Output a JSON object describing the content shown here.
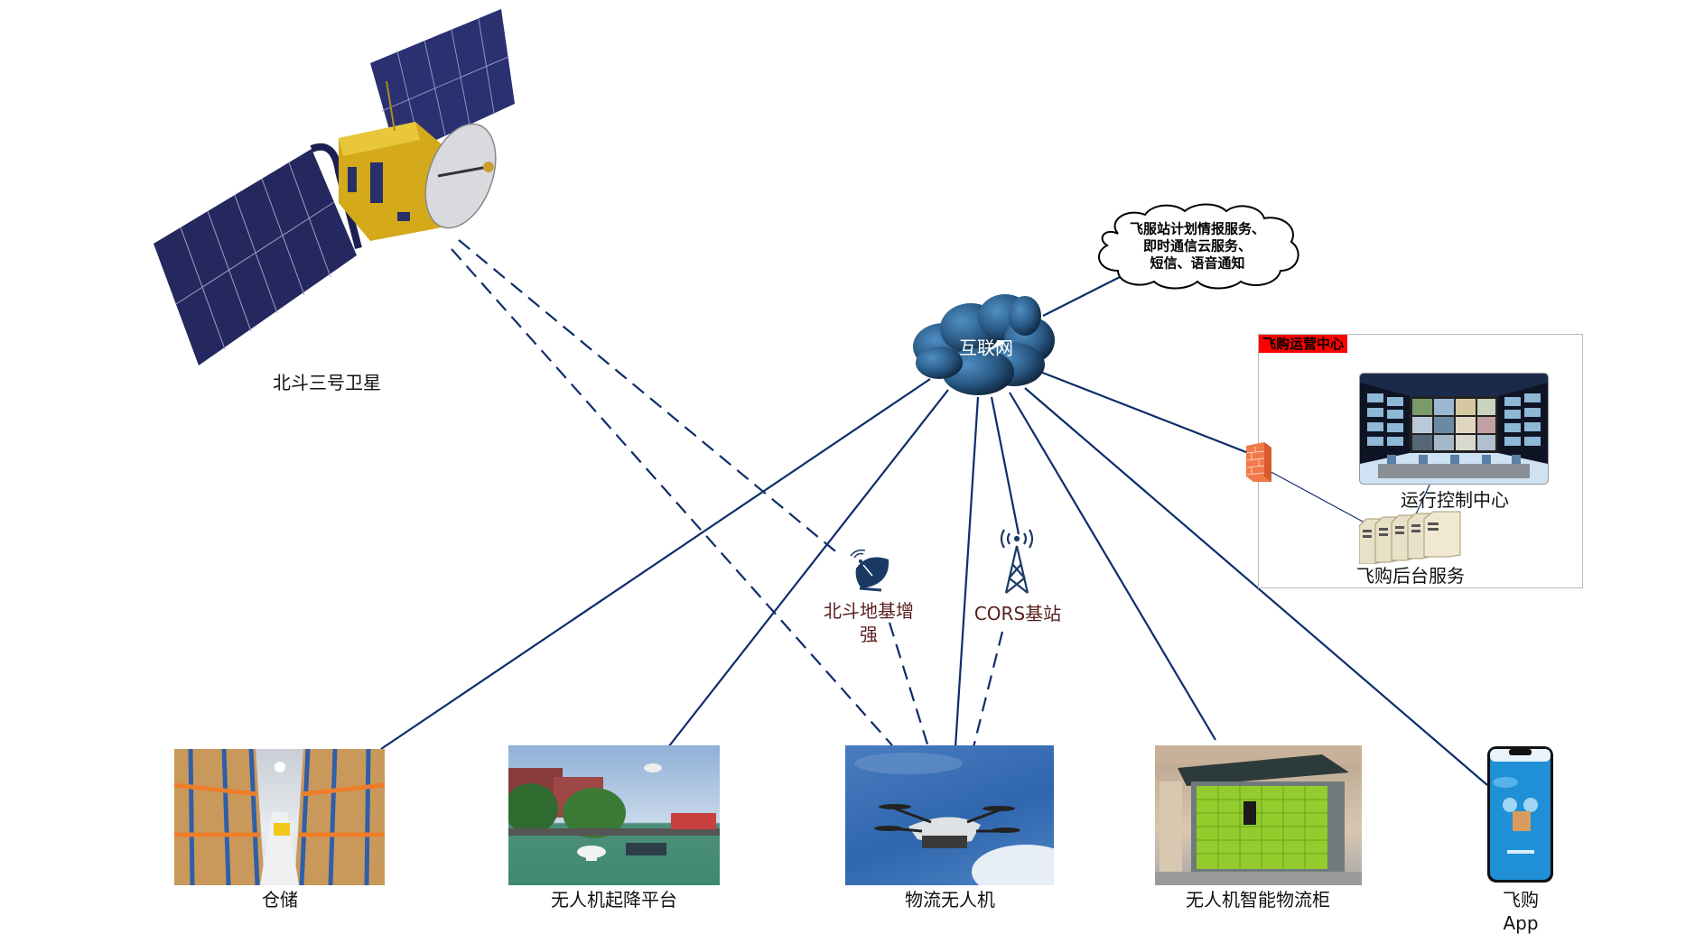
{
  "diagram": {
    "colors": {
      "link": "#0d2d6b",
      "label_dark_red": "#5a1e1e",
      "ops_title_bg": "#ff0000",
      "ops_border": "#b8b8b8",
      "cloud_fill": "#2e5f8a"
    },
    "satellite": {
      "label": "北斗三号卫星",
      "icon": "satellite-icon"
    },
    "internet": {
      "label": "互联网",
      "icon": "cloud-icon"
    },
    "services_bubble": {
      "lines": [
        "飞服站计划情报服务、",
        "即时通信云服务、",
        "短信、语音通知"
      ]
    },
    "ground_station": {
      "label_line1": "北斗地基增",
      "label_line2": "强",
      "icon": "satellite-dish-icon"
    },
    "cors_station": {
      "label": "CORS基站",
      "icon": "radio-tower-icon"
    },
    "ops_center": {
      "title": "飞购运营中心",
      "control_center_label": "运行控制中心",
      "backend_label": "飞购后台服务",
      "firewall_icon": "firewall-icon",
      "server_icon": "server-rack-icon",
      "video_wall_icon": "video-wall-icon"
    },
    "endpoints": [
      {
        "id": "warehouse",
        "label": "仓储"
      },
      {
        "id": "platform",
        "label": "无人机起降平台"
      },
      {
        "id": "drone",
        "label": "物流无人机"
      },
      {
        "id": "locker",
        "label": "无人机智能物流柜"
      },
      {
        "id": "app",
        "label_line1": "飞购",
        "label_line2": "App"
      }
    ],
    "links": [
      {
        "from": "internet",
        "to": "warehouse",
        "style": "solid"
      },
      {
        "from": "internet",
        "to": "platform",
        "style": "solid"
      },
      {
        "from": "internet",
        "to": "drone",
        "style": "solid"
      },
      {
        "from": "internet",
        "to": "cors_station",
        "style": "solid"
      },
      {
        "from": "internet",
        "to": "locker",
        "style": "solid"
      },
      {
        "from": "internet",
        "to": "app",
        "style": "solid"
      },
      {
        "from": "internet",
        "to": "firewall",
        "style": "solid"
      },
      {
        "from": "internet",
        "to": "services_bubble",
        "style": "solid"
      },
      {
        "from": "satellite",
        "to": "ground_station",
        "style": "dashed"
      },
      {
        "from": "satellite",
        "to": "drone",
        "style": "dashed"
      },
      {
        "from": "ground_station",
        "to": "drone",
        "style": "dashed"
      },
      {
        "from": "cors_station",
        "to": "drone",
        "style": "dashed"
      },
      {
        "from": "firewall",
        "to": "backend",
        "style": "thin"
      },
      {
        "from": "backend",
        "to": "control_center",
        "style": "thin"
      }
    ]
  }
}
